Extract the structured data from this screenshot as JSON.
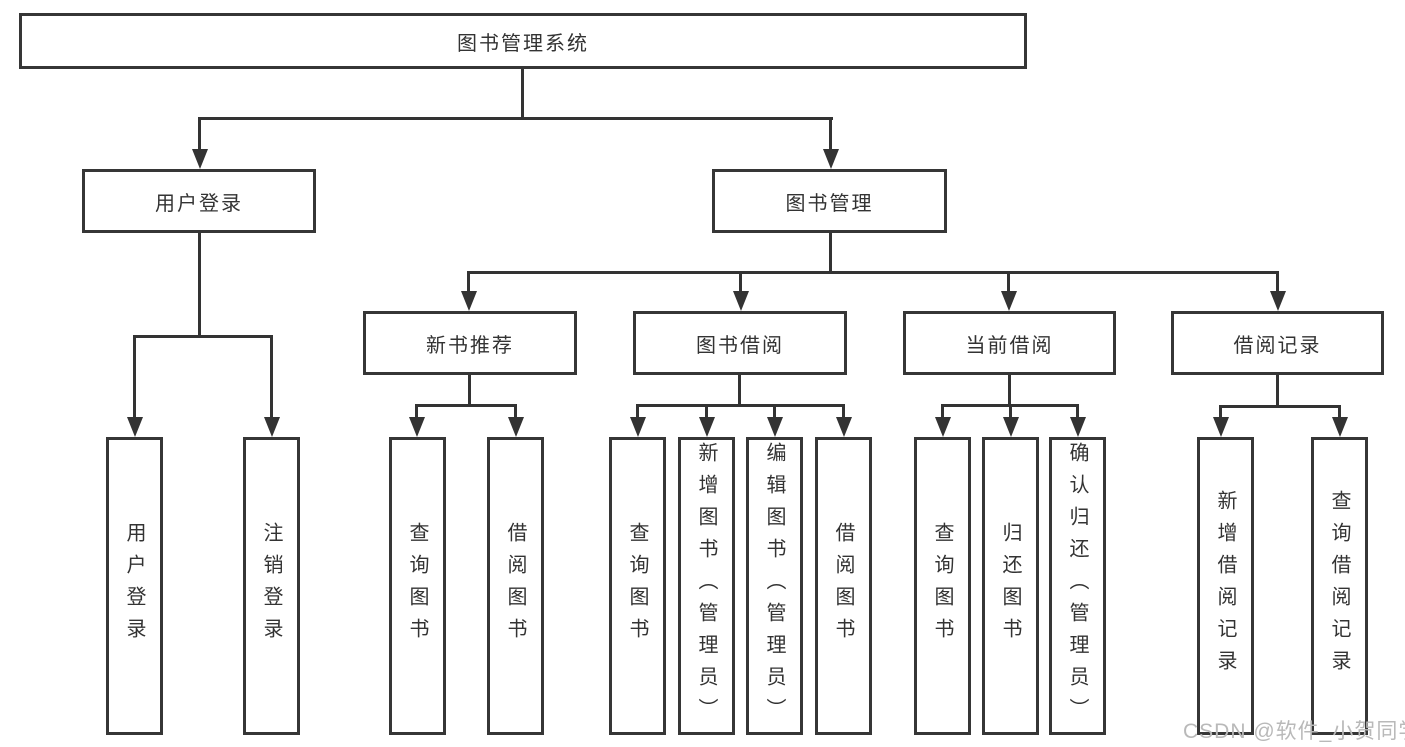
{
  "nodes": {
    "root": "图书管理系统",
    "user_login": "用户登录",
    "book_mgmt": "图书管理",
    "new_book_recommend": "新书推荐",
    "book_borrow": "图书借阅",
    "current_borrow": "当前借阅",
    "borrow_records": "借阅记录",
    "leaf_user_login": "用户登录",
    "leaf_logout": "注销登录",
    "leaf_query_books_1": "查询图书",
    "leaf_borrow_books_1": "借阅图书",
    "leaf_query_books_2": "查询图书",
    "leaf_add_books_admin": "新增图书（管理员）",
    "leaf_edit_books_admin": "编辑图书（管理员）",
    "leaf_borrow_books_2": "借阅图书",
    "leaf_query_books_3": "查询图书",
    "leaf_return_books": "归还图书",
    "leaf_confirm_return_admin": "确认归还（管理员）",
    "leaf_add_borrow_record": "新增借阅记录",
    "leaf_query_borrow_record": "查询借阅记录"
  },
  "watermark": "CSDN @软件_小贺同学",
  "colors": {
    "line": "#333333",
    "box_border": "#363636",
    "text": "#333333",
    "watermark": "#b9b9b9",
    "background": "#ffffff"
  }
}
